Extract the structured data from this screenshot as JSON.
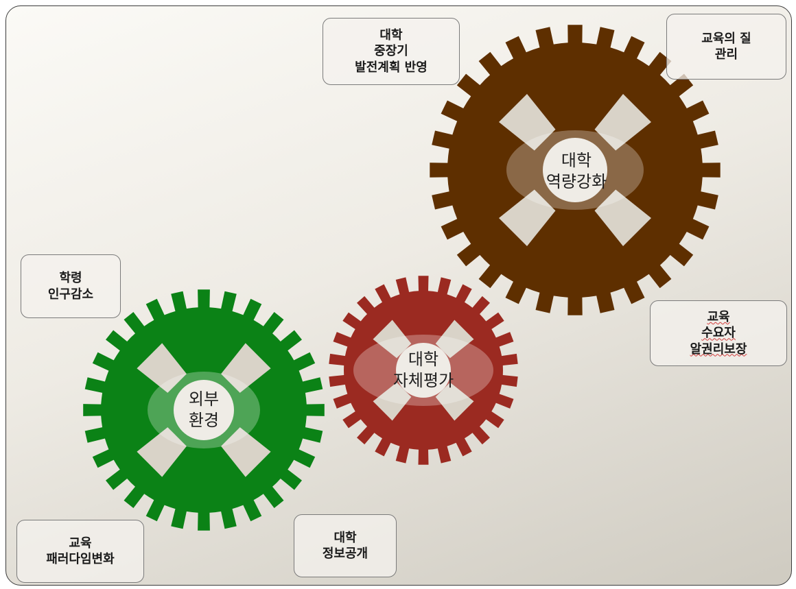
{
  "gears": [
    {
      "id": "brown",
      "label": "대학\n역량강화",
      "color": "#5e2f00"
    },
    {
      "id": "red",
      "label": "대학\n자체평가",
      "color": "#9b2a21"
    },
    {
      "id": "green",
      "label": "외부\n환경",
      "color": "#0b8216"
    }
  ],
  "notes": {
    "long_term_plan": "대학\n중장기\n발전계획 반영",
    "quality": "교육의 질\n관리",
    "demographics": "학령\n인구감소",
    "right_to_know": "교육\n수요자\n알권리보장",
    "paradigm": "교육\n패러다임변화",
    "disclosure": "대학\n정보공개"
  }
}
